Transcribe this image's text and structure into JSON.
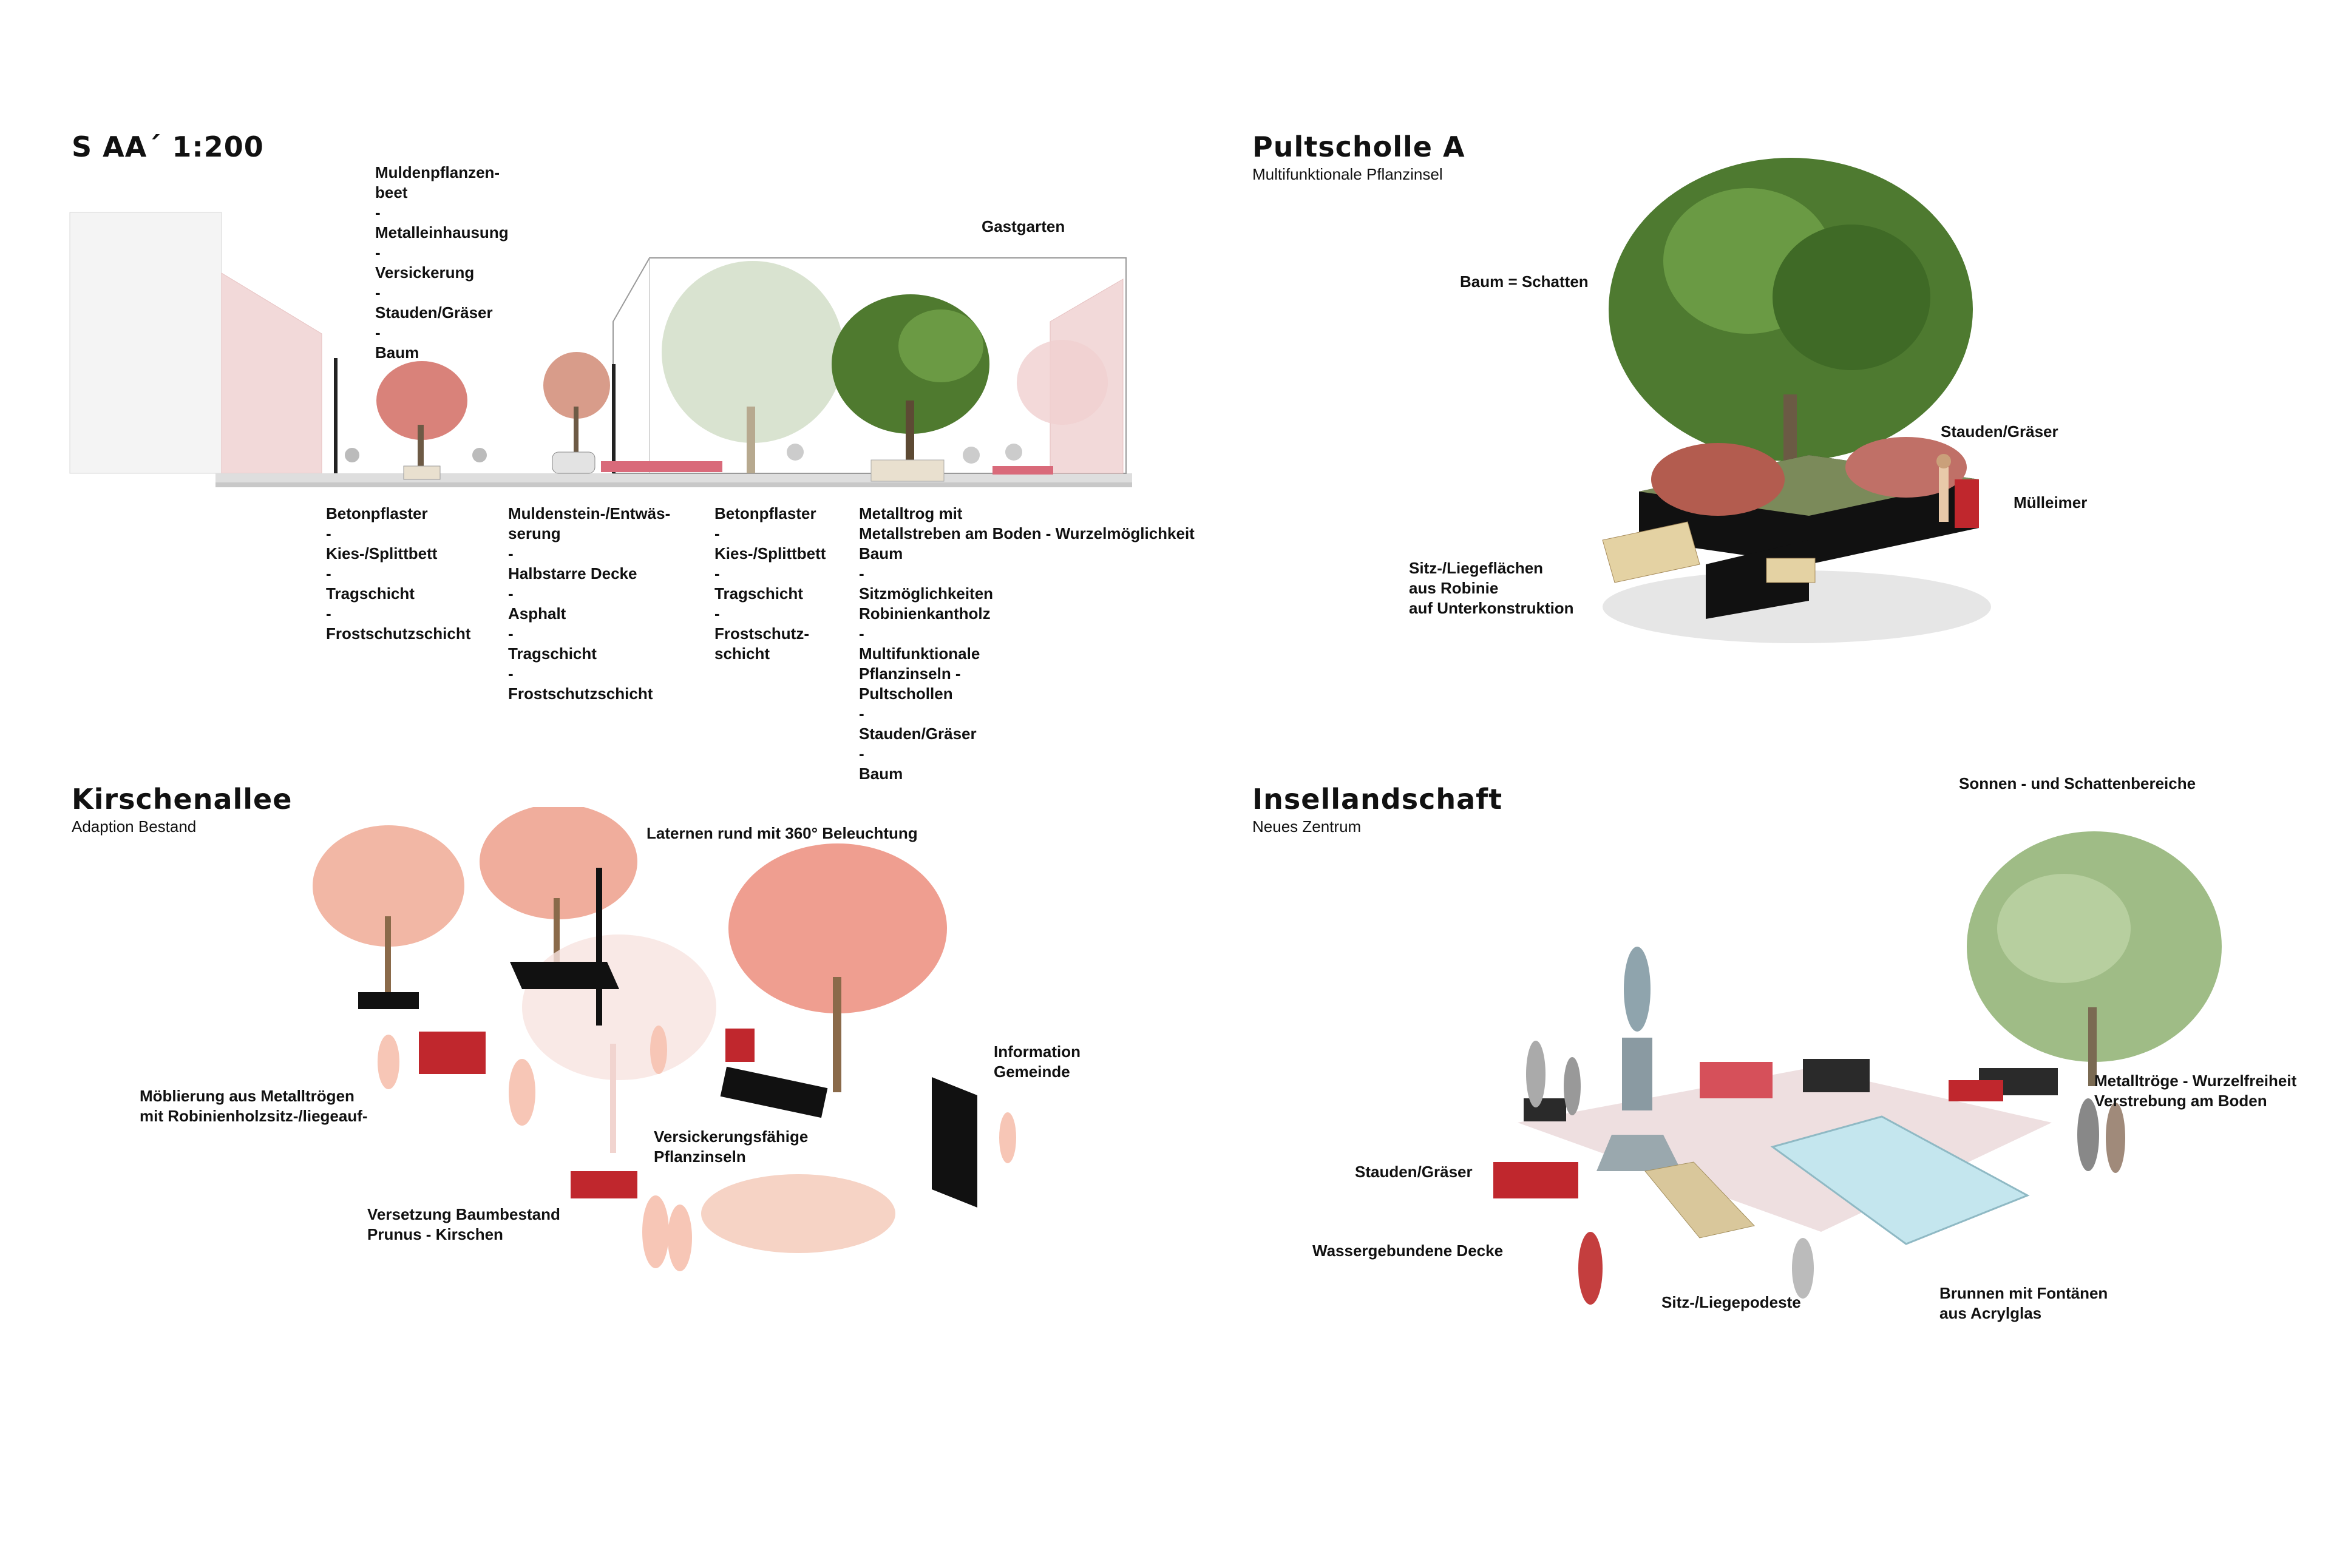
{
  "section": {
    "title": "S AA´ 1:200",
    "top_label": [
      "Muldenpflanzen-",
      "beet",
      "-",
      "Metalleinhausung",
      "-",
      "Versickerung",
      "-",
      "Stauden/Gräser",
      "-",
      "Baum"
    ],
    "gastgarten": "Gastgarten",
    "col1": [
      "Betonpflaster",
      "-",
      "Kies-/Splittbett",
      "-",
      "Tragschicht",
      "-",
      "Frostschutzschicht"
    ],
    "col2": [
      "Muldenstein-/Entwäs-",
      "serung",
      "-",
      "Halbstarre Decke",
      "-",
      "Asphalt",
      "-",
      "Tragschicht",
      "-",
      "Frostschutzschicht"
    ],
    "col3": [
      "Betonpflaster",
      "-",
      "Kies-/Splittbett",
      "-",
      "Tragschicht",
      "-",
      "Frostschutz-",
      "schicht"
    ],
    "col4": [
      "Metalltrog mit",
      "Metallstreben am Boden - Wurzelmöglichkeit",
      "Baum",
      "-",
      "Sitzmöglichkeiten",
      "Robinienkantholz",
      "-",
      "Multifunktionale",
      "Pflanzinseln -",
      "Pultschollen",
      "-",
      "Stauden/Gräser",
      "-",
      "Baum"
    ]
  },
  "pult": {
    "title": "Pultscholle A",
    "subtitle": "Multifunktionale Pflanzinsel",
    "baum": "Baum = Schatten",
    "stauden": "Stauden/Gräser",
    "muell": "Mülleimer",
    "sitz": [
      "Sitz-/Liegeflächen",
      "aus Robinie",
      "auf Unterkonstruktion"
    ]
  },
  "kirsch": {
    "title": "Kirschenallee",
    "subtitle": "Adaption Bestand",
    "laternen": "Laternen rund mit 360° Beleuchtung",
    "info": [
      "Information",
      "Gemeinde"
    ],
    "moebl": [
      "Möblierung aus Metalltrögen",
      "mit Robinienholzsitz-/liegeauf-"
    ],
    "versick": [
      "Versickerungsfähige",
      "Pflanzinseln"
    ],
    "versetz": [
      "Versetzung Baumbestand",
      "Prunus - Kirschen"
    ]
  },
  "insel": {
    "title": "Insellandschaft",
    "subtitle": "Neues Zentrum",
    "sonnen": "Sonnen - und Schattenbereiche",
    "metall": [
      "Metalltröge - Wurzelfreiheit",
      "Verstrebung am Boden"
    ],
    "stauden": "Stauden/Gräser",
    "wasser": "Wassergebundene Decke",
    "sitz": "Sitz-/Liegepodeste",
    "brunnen": [
      "Brunnen mit Fontänen",
      "aus Acrylglas"
    ]
  },
  "colors": {
    "pink": "#f2c9c2",
    "green": "#5f8a3c",
    "dark": "#1a1a1a",
    "water": "#bfe3ea",
    "red": "#c0272d"
  }
}
